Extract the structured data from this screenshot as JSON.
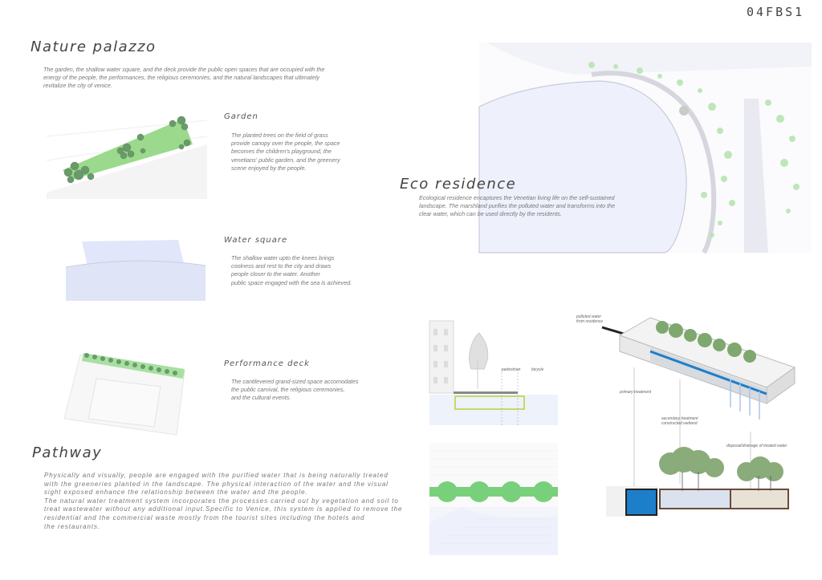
{
  "sheet_code": "04FBS1",
  "nature_palazzo": {
    "title": "Nature palazzo",
    "intro": "The garden, the shallow water square, and the deck provide the public open spaces that are occupied  with the\nenergy of the people, the performances, the religious ceremonies, and the natural landscapes that ultimately\nrevitalize the city of venice."
  },
  "garden": {
    "title": "Garden",
    "text": "The planted trees on the field of grass\nprovide canopy over the people, the space\nbecomes the children's playground, the\nvenetians' public garden, and the greenery\nscene enjoyed by the people."
  },
  "water_square": {
    "title": "Water square",
    "text": "The shallow water upto the knees brings\ncoolness and rest to the city and draws\npeople closer to the water. Another\npublic space engaged with the sea is achieved."
  },
  "performance_deck": {
    "title": "Performance deck",
    "text": "The cantilevered grand-sized space accomodates\nthe public carnival, the religious ceremonies,\nand the cultural events."
  },
  "eco_residence": {
    "title": "Eco residence",
    "text": "Ecological residence encaptures the Venetian living life on the self-sustained\nlandscape. The marshland purifies the polluted water and transforms into the\nclear water, which can be used directly by the residents."
  },
  "pathway": {
    "title": "Pathway",
    "text": "Physically and visually, people are engaged with the purified water that is being naturally treated\nwith the greeneries planted in the  landscape. The physical interaction of the water and the visual\nsight exposed enhance the relationship between the water and the people.\nThe natural water treatment system incorporates the processes carried out by vegetation and soil to\ntreat wastewater without any additional input.Specific to Venice, this system is applied to remove the\nresidential and the commercial waste mostly from the tourist sites including the hotels and\nthe restaurants."
  },
  "section_labels": {
    "pedestrian": "pedestrian",
    "bicycle": "bicycle"
  },
  "diagram_labels": {
    "polluted_water": "polluted water\nfrom residence",
    "primary_treatment": "primary treatment",
    "secondary_treatment": "secondary treatment\nconstructed wetland",
    "disposal": "disposal/drainage of treated water"
  },
  "colors": {
    "grass": "#9bd98c",
    "tree": "#6a9a6a",
    "water": "#dfe4f7",
    "deck_grass": "#a7e0a1",
    "pathway_green": "#79d07b",
    "treatment_blue": "#1d7ec9"
  }
}
